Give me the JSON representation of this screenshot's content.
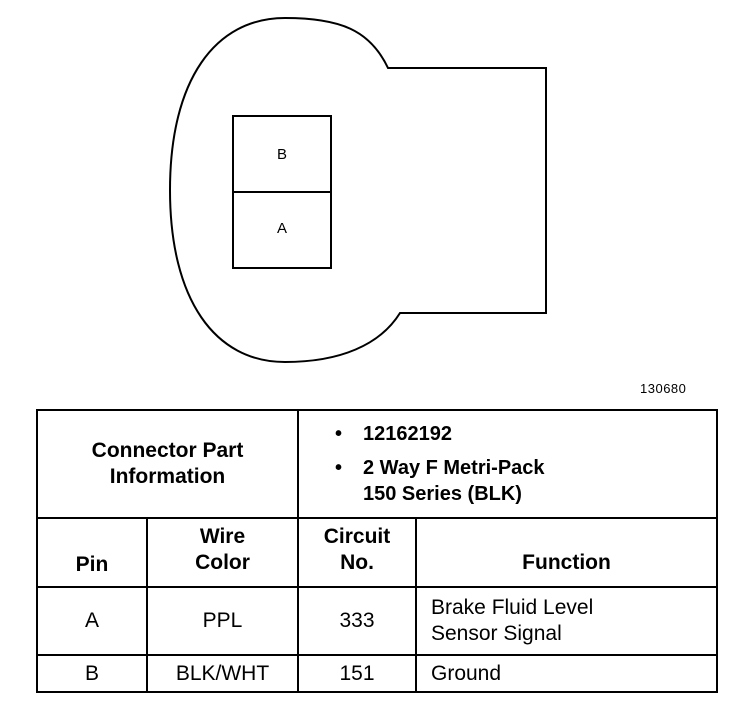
{
  "connector": {
    "cavities": [
      "B",
      "A"
    ]
  },
  "figure_number": "130680",
  "table": {
    "part_info_label": [
      "Connector Part",
      "Information"
    ],
    "part_info_values": [
      {
        "bullet": "•",
        "lines": [
          "12162192"
        ]
      },
      {
        "bullet": "•",
        "lines": [
          "2 Way F Metri-Pack",
          "150 Series (BLK)"
        ]
      }
    ],
    "headers": {
      "pin": "Pin",
      "wire_color": [
        "Wire",
        "Color"
      ],
      "circuit_no": [
        "Circuit",
        "No."
      ],
      "function": "Function"
    },
    "rows": [
      {
        "pin": "A",
        "wire_color": "PPL",
        "circuit_no": "333",
        "function": [
          "Brake Fluid Level",
          "Sensor Signal"
        ]
      },
      {
        "pin": "B",
        "wire_color": "BLK/WHT",
        "circuit_no": "151",
        "function": [
          "Ground"
        ]
      }
    ]
  }
}
